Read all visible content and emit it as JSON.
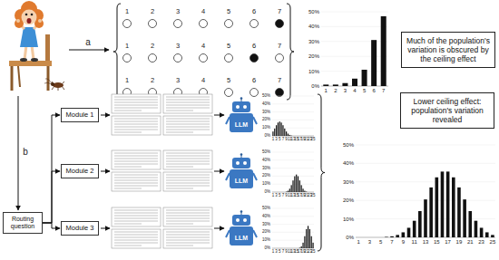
{
  "diagram": {
    "nodes": [
      {
        "text": [
          "Much of the population's variation is obscured by the ceiling effect"
        ]
      },
      {
        "text": [
          "Routing question"
        ]
      },
      {
        "text": [
          "Module 1"
        ]
      },
      {
        "text": [
          "Module 2"
        ]
      },
      {
        "text": [
          "Module 3"
        ]
      },
      {
        "text": [
          "LLM"
        ]
      },
      {
        "text": [
          "LLM"
        ]
      },
      {
        "text": [
          "LLM"
        ]
      },
      {
        "text": [
          "Lower ceiling effect: population's variation revealed"
        ]
      }
    ],
    "edges": [
      {
        "from": 1,
        "to": 2,
        "arrow": "to"
      },
      {
        "from": 1,
        "to": 3,
        "arrow": "to"
      },
      {
        "from": 1,
        "to": 4,
        "arrow": "to"
      }
    ],
    "labels": [
      "a",
      "1",
      "2",
      "3",
      "4",
      "5",
      "6",
      "7",
      "1",
      "2",
      "3",
      "4",
      "5",
      "6",
      "7",
      "1",
      "2",
      "3",
      "4",
      "5",
      "6",
      "7",
      "0%",
      "10%",
      "20%",
      "30%",
      "40%",
      "50%",
      "1",
      "2",
      "3",
      "4",
      "5",
      "6",
      "7",
      "b",
      "0%",
      "10%",
      "20%",
      "30%",
      "40%",
      "50%",
      "1",
      "3",
      "5",
      "7",
      "9",
      "11",
      "13",
      "15",
      "17",
      "19",
      "21",
      "23",
      "25",
      "0%",
      "10%",
      "20%",
      "30%",
      "40%",
      "50%",
      "1",
      "3",
      "5",
      "7",
      "9",
      "11",
      "13",
      "15",
      "17",
      "19",
      "21",
      "23",
      "25",
      "0%",
      "10%",
      "20%",
      "30%",
      "40%",
      "50%",
      "1",
      "3",
      "5",
      "7",
      "9",
      "11",
      "13",
      "15",
      "17",
      "19",
      "21",
      "23",
      "25",
      "0%",
      "10%",
      "20%",
      "30%",
      "40%",
      "50%",
      "1",
      "3",
      "5",
      "7",
      "9",
      "11",
      "13",
      "15",
      "17",
      "19",
      "21",
      "23",
      "25"
    ]
  }
}
